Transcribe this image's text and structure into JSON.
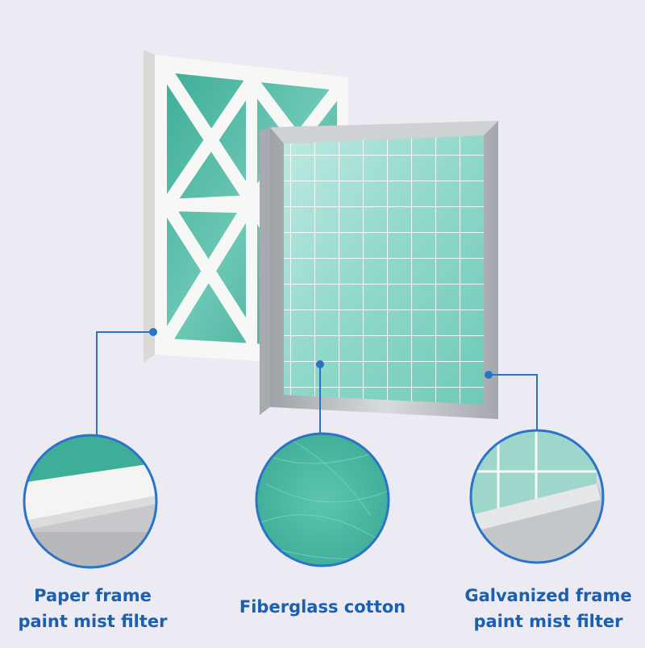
{
  "captions": {
    "paper_frame": [
      "Paper frame",
      "paint mist filter"
    ],
    "fiberglass": "Fiberglass cotton",
    "galvanized_frame": [
      "Galvanized frame",
      "paint mist filter"
    ]
  },
  "colors": {
    "background": "#eceaf3",
    "caption": "#1b5fb0",
    "callout_line": "#2a74c8",
    "media_green": "#4db7a4",
    "frame_white": "#f7f7f5",
    "metal_frame": "#b9bcc0"
  },
  "icons": [
    "paper-frame-filter",
    "galvanized-frame-filter",
    "paper-frame-closeup",
    "fiberglass-closeup",
    "galvanized-frame-closeup"
  ]
}
